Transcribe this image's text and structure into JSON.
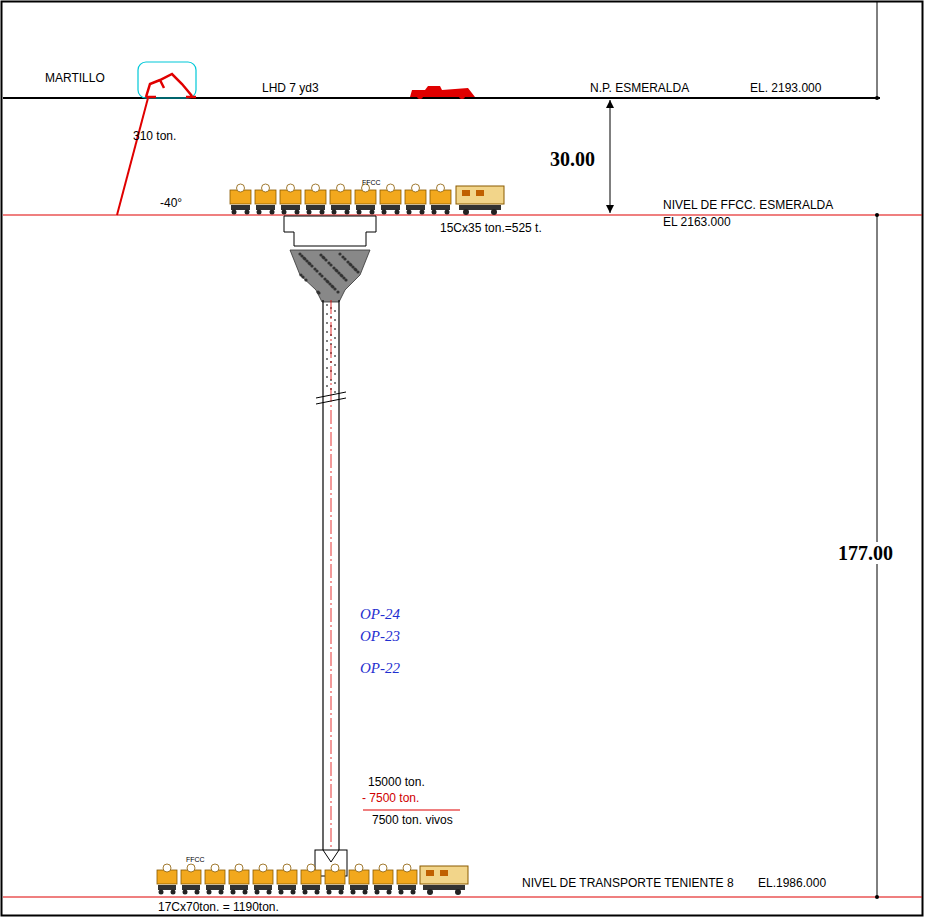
{
  "diagram": {
    "labels": [
      "MARTILLO",
      "LHD 7 yd3",
      "N.P. ESMERALDA",
      "EL. 2193.000",
      "310 ton.",
      "30.00",
      "-40°",
      "FFCC",
      "NIVEL DE FFCC. ESMERALDA",
      "EL 2163.000",
      "15Cx35 ton.=525 t.",
      "OP-24",
      "OP-23",
      "OP-22",
      "15000 ton.",
      "- 7500 ton.",
      "7500 ton. vivos",
      "177.00",
      "FFCC",
      "NIVEL DE TRANSPORTE TENIENTE 8",
      "EL.1986.000",
      "17Cx70ton. = 1190ton."
    ]
  }
}
